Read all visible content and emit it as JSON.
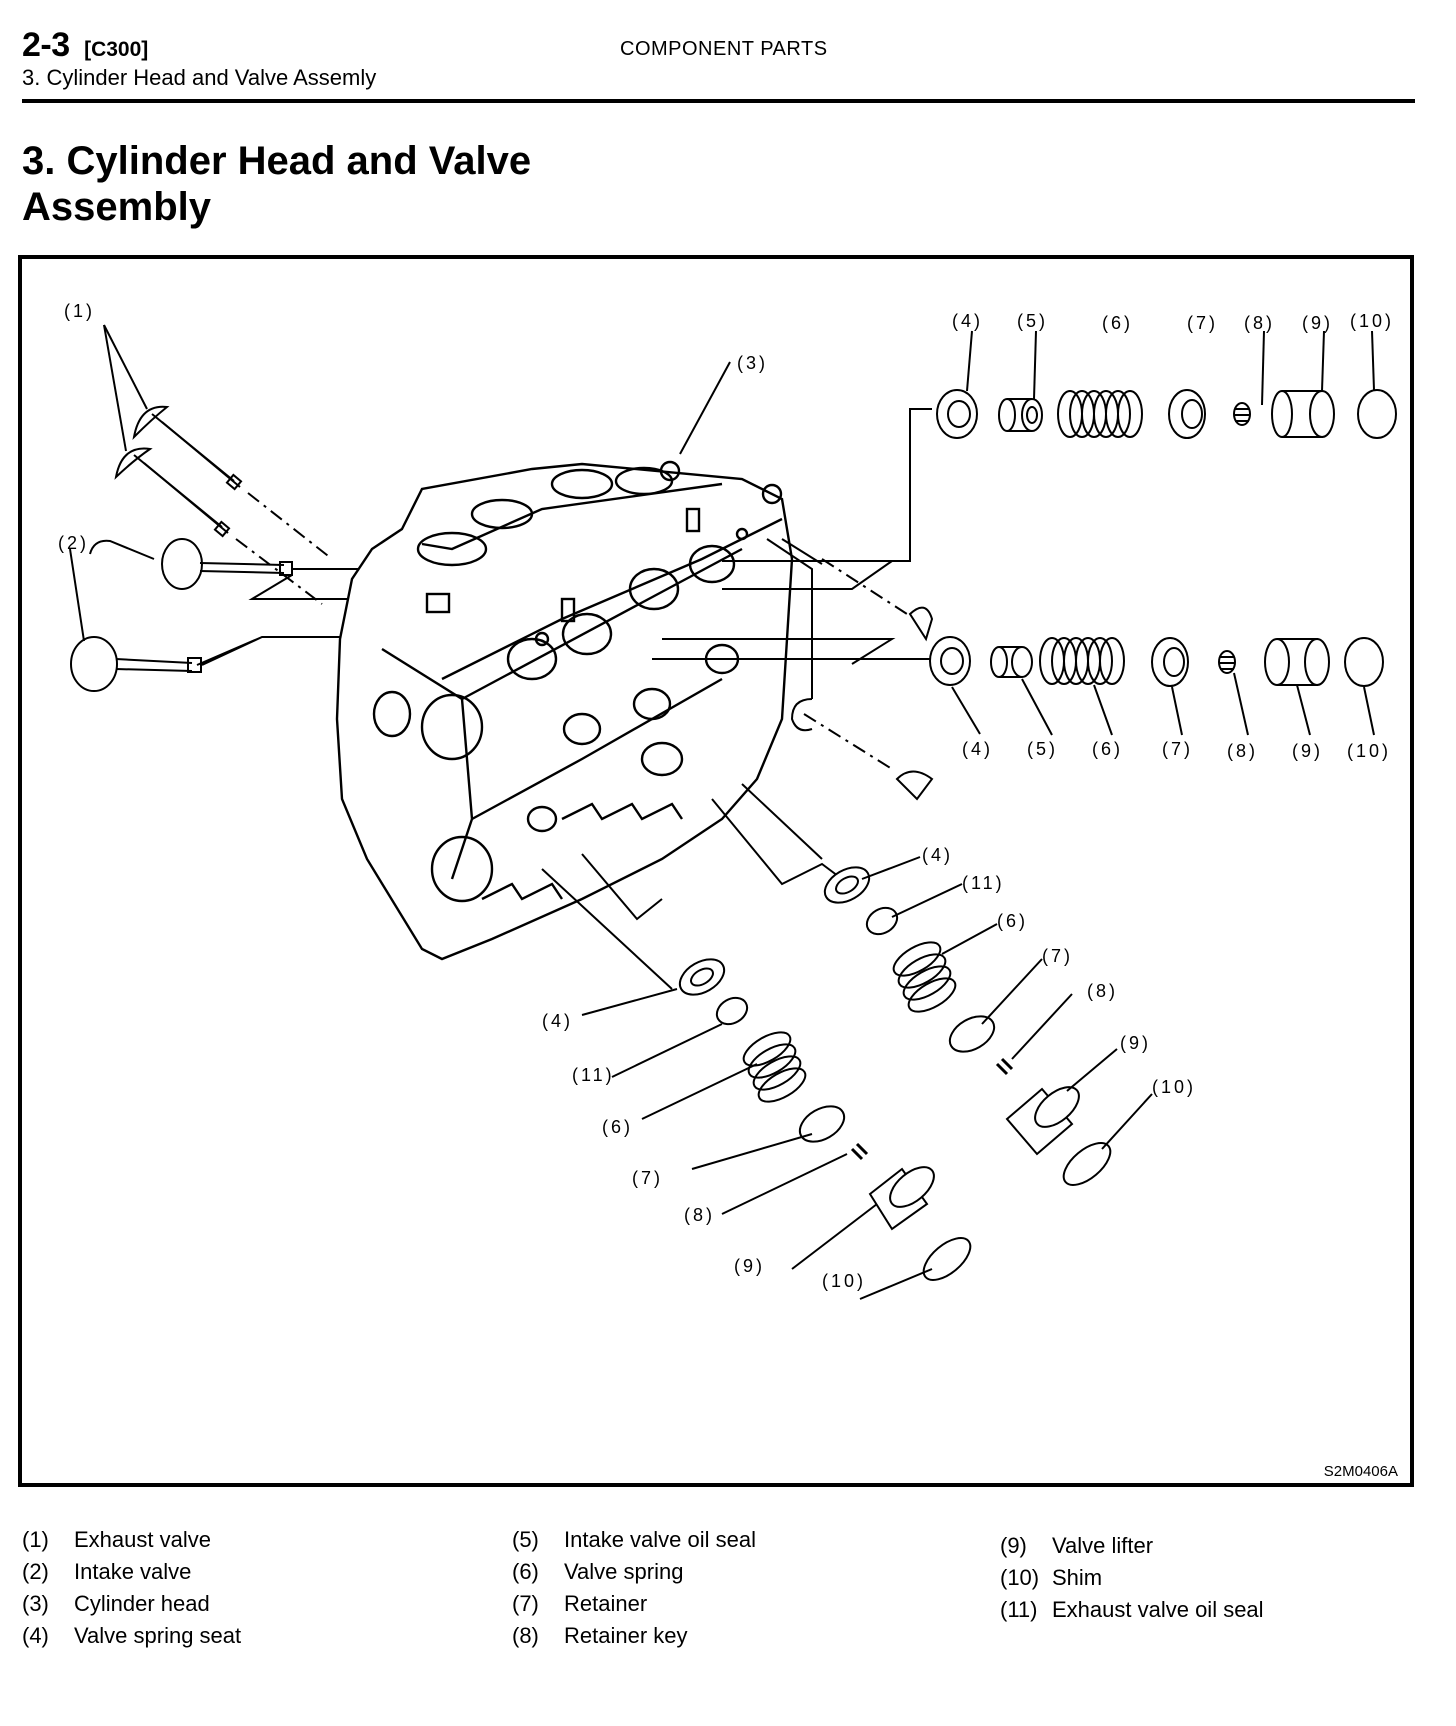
{
  "header": {
    "page_number": "2-3",
    "code": "[C300]",
    "breadcrumb": "3. Cylinder Head and Valve Assemly",
    "section": "COMPONENT PARTS"
  },
  "title": {
    "line1": "3. Cylinder Head and Valve",
    "line2": "Assembly"
  },
  "figure": {
    "code": "S2M0406A",
    "callouts": {
      "c1": "(1)",
      "c2": "(2)",
      "c3": "(3)",
      "t4": "(4)",
      "t5": "(5)",
      "t6": "(6)",
      "t7": "(7)",
      "t8": "(8)",
      "t9": "(9)",
      "t10": "(10)",
      "m4": "(4)",
      "m5": "(5)",
      "m6": "(6)",
      "m7": "(7)",
      "m8": "(8)",
      "m9": "(9)",
      "m10": "(10)",
      "r4": "(4)",
      "r11": "(11)",
      "r6": "(6)",
      "r7": "(7)",
      "r8": "(8)",
      "r9": "(9)",
      "r10": "(10)",
      "b4": "(4)",
      "b11": "(11)",
      "b6": "(6)",
      "b7": "(7)",
      "b8": "(8)",
      "b9": "(9)",
      "b10": "(10)"
    }
  },
  "legend": {
    "col1": [
      {
        "num": "(1)",
        "label": "Exhaust valve"
      },
      {
        "num": "(2)",
        "label": "Intake valve"
      },
      {
        "num": "(3)",
        "label": "Cylinder head"
      },
      {
        "num": "(4)",
        "label": "Valve spring seat"
      }
    ],
    "col2": [
      {
        "num": "(5)",
        "label": "Intake valve oil seal"
      },
      {
        "num": "(6)",
        "label": "Valve spring"
      },
      {
        "num": "(7)",
        "label": "Retainer"
      },
      {
        "num": "(8)",
        "label": "Retainer key"
      }
    ],
    "col3": [
      {
        "num": "(9)",
        "label": "Valve lifter"
      },
      {
        "num": "(10)",
        "label": "Shim"
      },
      {
        "num": "(11)",
        "label": "Exhaust valve oil seal"
      }
    ]
  }
}
